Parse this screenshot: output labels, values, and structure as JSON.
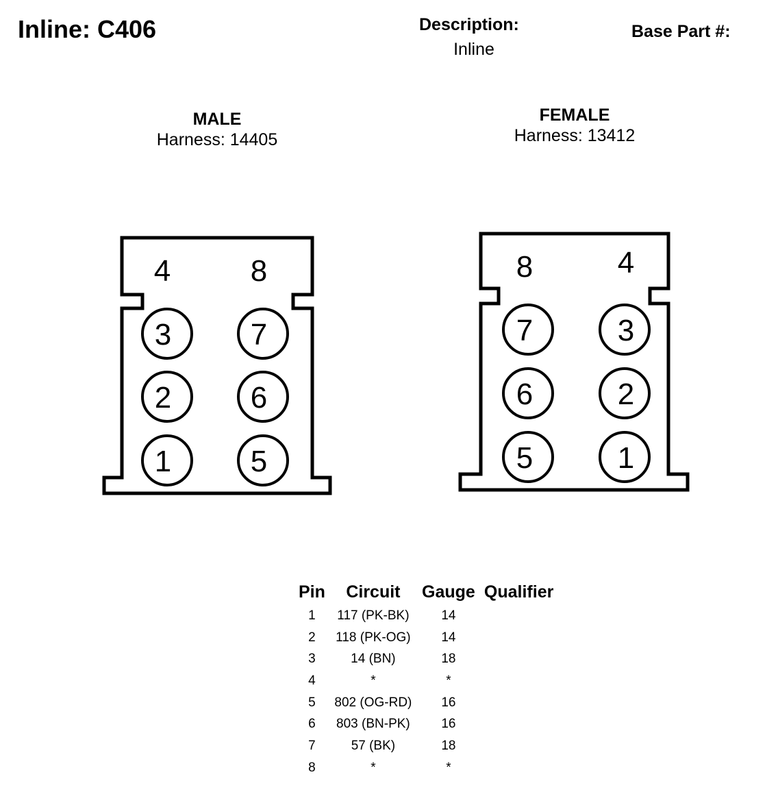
{
  "header": {
    "title": "Inline: C406",
    "description_label": "Description:",
    "description_value": "Inline",
    "base_part_label": "Base Part #:"
  },
  "male": {
    "title": "MALE",
    "harness": "Harness: 14405",
    "top_labels": [
      "4",
      "8"
    ],
    "pins": [
      "3",
      "7",
      "2",
      "6",
      "1",
      "5"
    ]
  },
  "female": {
    "title": "FEMALE",
    "harness": "Harness: 13412",
    "top_labels": [
      "8",
      "4"
    ],
    "pins": [
      "7",
      "3",
      "6",
      "2",
      "5",
      "1"
    ]
  },
  "pin_table": {
    "headers": [
      "Pin",
      "Circuit",
      "Gauge",
      "Qualifier"
    ],
    "rows": [
      {
        "pin": "1",
        "circuit": "117 (PK-BK)",
        "gauge": "14",
        "qualifier": ""
      },
      {
        "pin": "2",
        "circuit": "118 (PK-OG)",
        "gauge": "14",
        "qualifier": ""
      },
      {
        "pin": "3",
        "circuit": "14 (BN)",
        "gauge": "18",
        "qualifier": ""
      },
      {
        "pin": "4",
        "circuit": "*",
        "gauge": "*",
        "qualifier": ""
      },
      {
        "pin": "5",
        "circuit": "802 (OG-RD)",
        "gauge": "16",
        "qualifier": ""
      },
      {
        "pin": "6",
        "circuit": "803 (BN-PK)",
        "gauge": "16",
        "qualifier": ""
      },
      {
        "pin": "7",
        "circuit": "57 (BK)",
        "gauge": "18",
        "qualifier": ""
      },
      {
        "pin": "8",
        "circuit": "*",
        "gauge": "*",
        "qualifier": ""
      }
    ]
  }
}
